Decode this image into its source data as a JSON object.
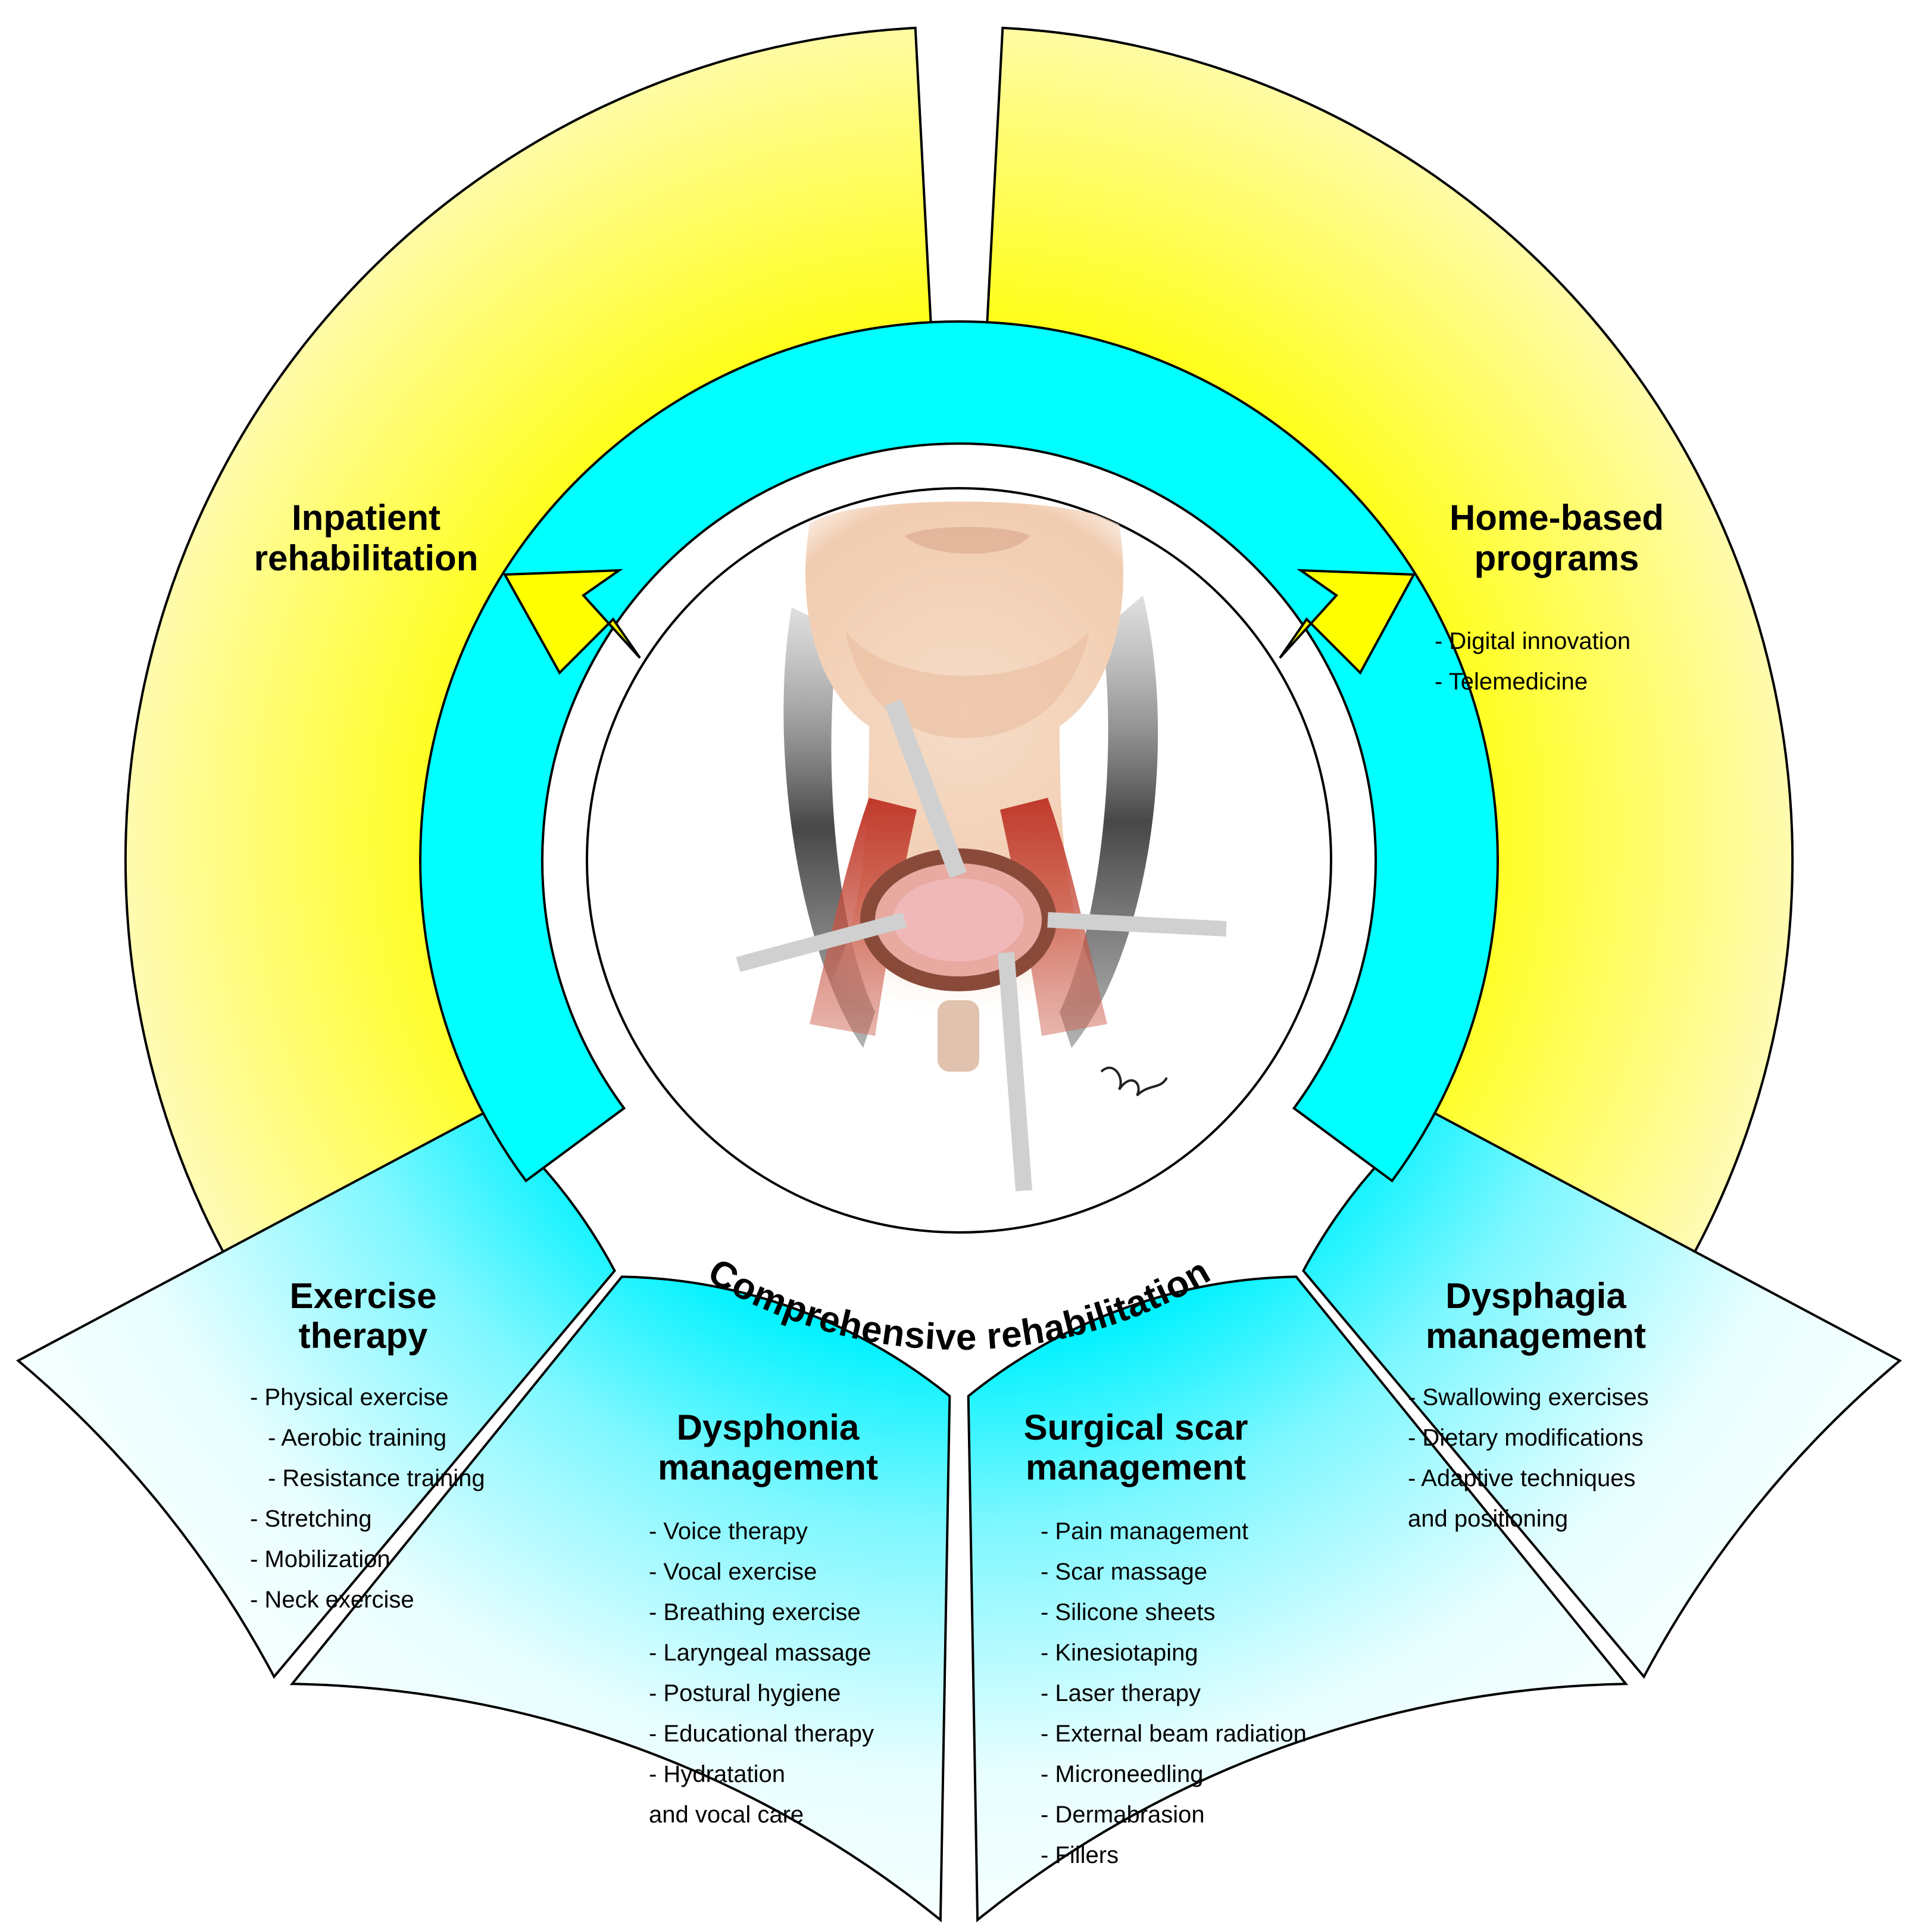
{
  "inpatient": {
    "title_line1": "Inpatient",
    "title_line2": "rehabilitation"
  },
  "home": {
    "title_line1": "Home-based",
    "title_line2": "programs",
    "items": [
      "- Digital innovation",
      "- Telemedicine"
    ]
  },
  "band": {
    "label": "Comprehensive rehabilitation"
  },
  "exercise": {
    "title_line1": "Exercise",
    "title_line2": "therapy",
    "items": [
      "- Physical exercise",
      "- Aerobic training",
      "- Resistance training",
      "- Stretching",
      "- Mobilization",
      "- Neck exercise"
    ]
  },
  "dysphonia": {
    "title_line1": "Dysphonia",
    "title_line2": "management",
    "items": [
      "- Voice therapy",
      "- Vocal exercise",
      "- Breathing exercise",
      "- Laryngeal massage",
      "- Postural hygiene",
      "- Educational therapy",
      "- Hydratation",
      "and vocal care"
    ]
  },
  "scar": {
    "title_line1": "Surgical scar",
    "title_line2": "management",
    "items": [
      "- Pain management",
      "- Scar massage",
      "- Silicone sheets",
      "- Kinesiotaping",
      "- Laser therapy",
      "- External beam radiation",
      "- Microneedling",
      "- Dermabrasion",
      "- Fillers"
    ]
  },
  "dysphagia": {
    "title_line1": "Dysphagia",
    "title_line2": "management",
    "items": [
      "- Swallowing exercises",
      "- Dietary modifications",
      "- Adaptive techniques",
      "and positioning"
    ]
  },
  "colors": {
    "yellow": "#ffff00",
    "cyan": "#00ffff",
    "muscle": "#b5322a",
    "skin": "#f3d2b6"
  }
}
